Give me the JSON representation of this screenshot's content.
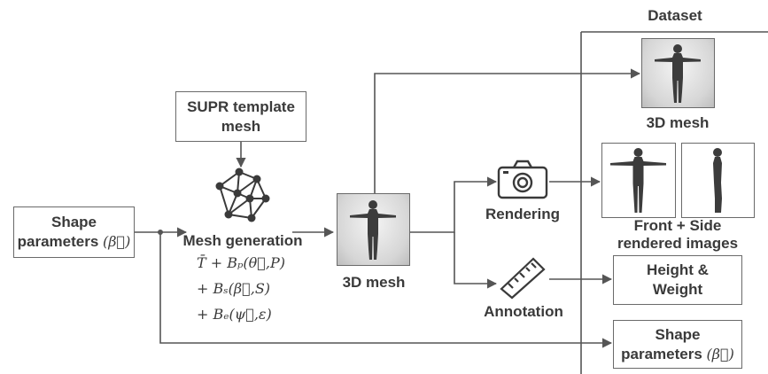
{
  "dataset_title": "Dataset",
  "nodes": {
    "supr_template": "SUPR template mesh",
    "shape_params_in": {
      "line1": "Shape",
      "line2": "parameters",
      "symbol": "(β⃗)"
    },
    "mesh_generation": "Mesh generation",
    "mesh_center_caption": "3D mesh",
    "rendering": "Rendering",
    "annotation": "Annotation"
  },
  "formula": {
    "line1": "T̄ + Bₚ(θ⃗,P)",
    "line2": "+ Bₛ(β⃗,S)",
    "line3": "+ Bₑ(ψ⃗,ε)"
  },
  "dataset": {
    "mesh_caption": "3D mesh",
    "rendered_caption_1": "Front + Side",
    "rendered_caption_2": "rendered images",
    "height_weight_1": "Height &",
    "height_weight_2": "Weight",
    "shape_params_out": {
      "line1": "Shape",
      "line2": "parameters",
      "symbol": "(β⃗)"
    }
  }
}
